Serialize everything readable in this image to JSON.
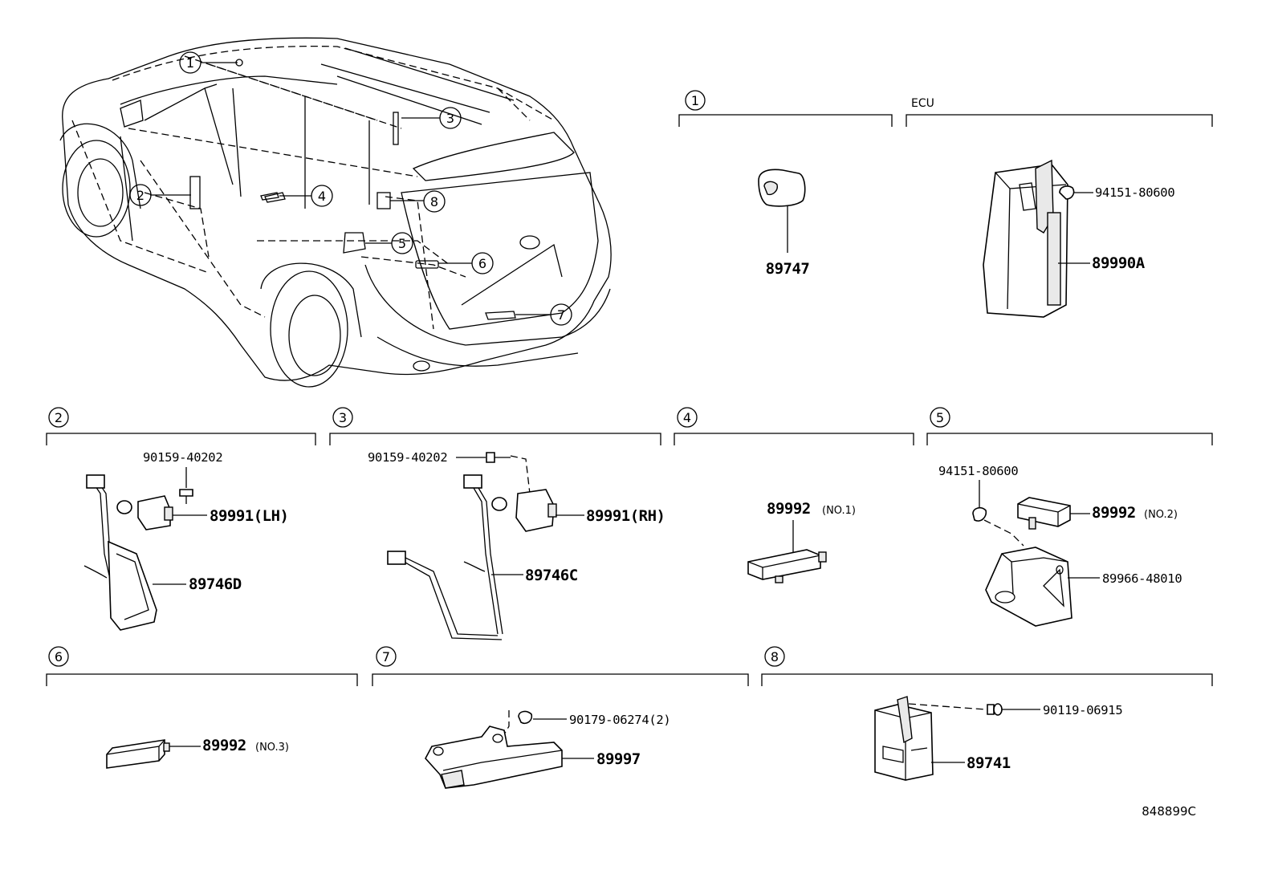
{
  "drawing_number": "848899C",
  "sections": {
    "s1": {
      "index": "1",
      "parts": {
        "sensor": "89747"
      }
    },
    "ecu": {
      "title": "ECU",
      "parts": {
        "ecu": "89990A",
        "nut": "94151-80600"
      }
    },
    "s2": {
      "index": "2",
      "parts": {
        "screw": "90159-40202",
        "oscillator": "89991(LH)",
        "harness": "89746D"
      }
    },
    "s3": {
      "index": "3",
      "parts": {
        "screw": "90159-40202",
        "oscillator": "89991(RH)",
        "harness": "89746C"
      }
    },
    "s4": {
      "index": "4",
      "parts": {
        "oscillator": "89992",
        "note": "(NO.1)"
      }
    },
    "s5": {
      "index": "5",
      "parts": {
        "nut": "94151-80600",
        "oscillator": "89992",
        "note": "(NO.2)",
        "bracket": "89966-48010"
      }
    },
    "s6": {
      "index": "6",
      "parts": {
        "oscillator": "89992",
        "note": "(NO.3)"
      }
    },
    "s7": {
      "index": "7",
      "parts": {
        "nut": "90179-06274(2)",
        "oscillator": "89997"
      }
    },
    "s8": {
      "index": "8",
      "parts": {
        "screw": "90119-06915",
        "receiver": "89741"
      }
    }
  },
  "vehicle_callouts": [
    "1",
    "2",
    "3",
    "4",
    "5",
    "6",
    "7",
    "8"
  ]
}
